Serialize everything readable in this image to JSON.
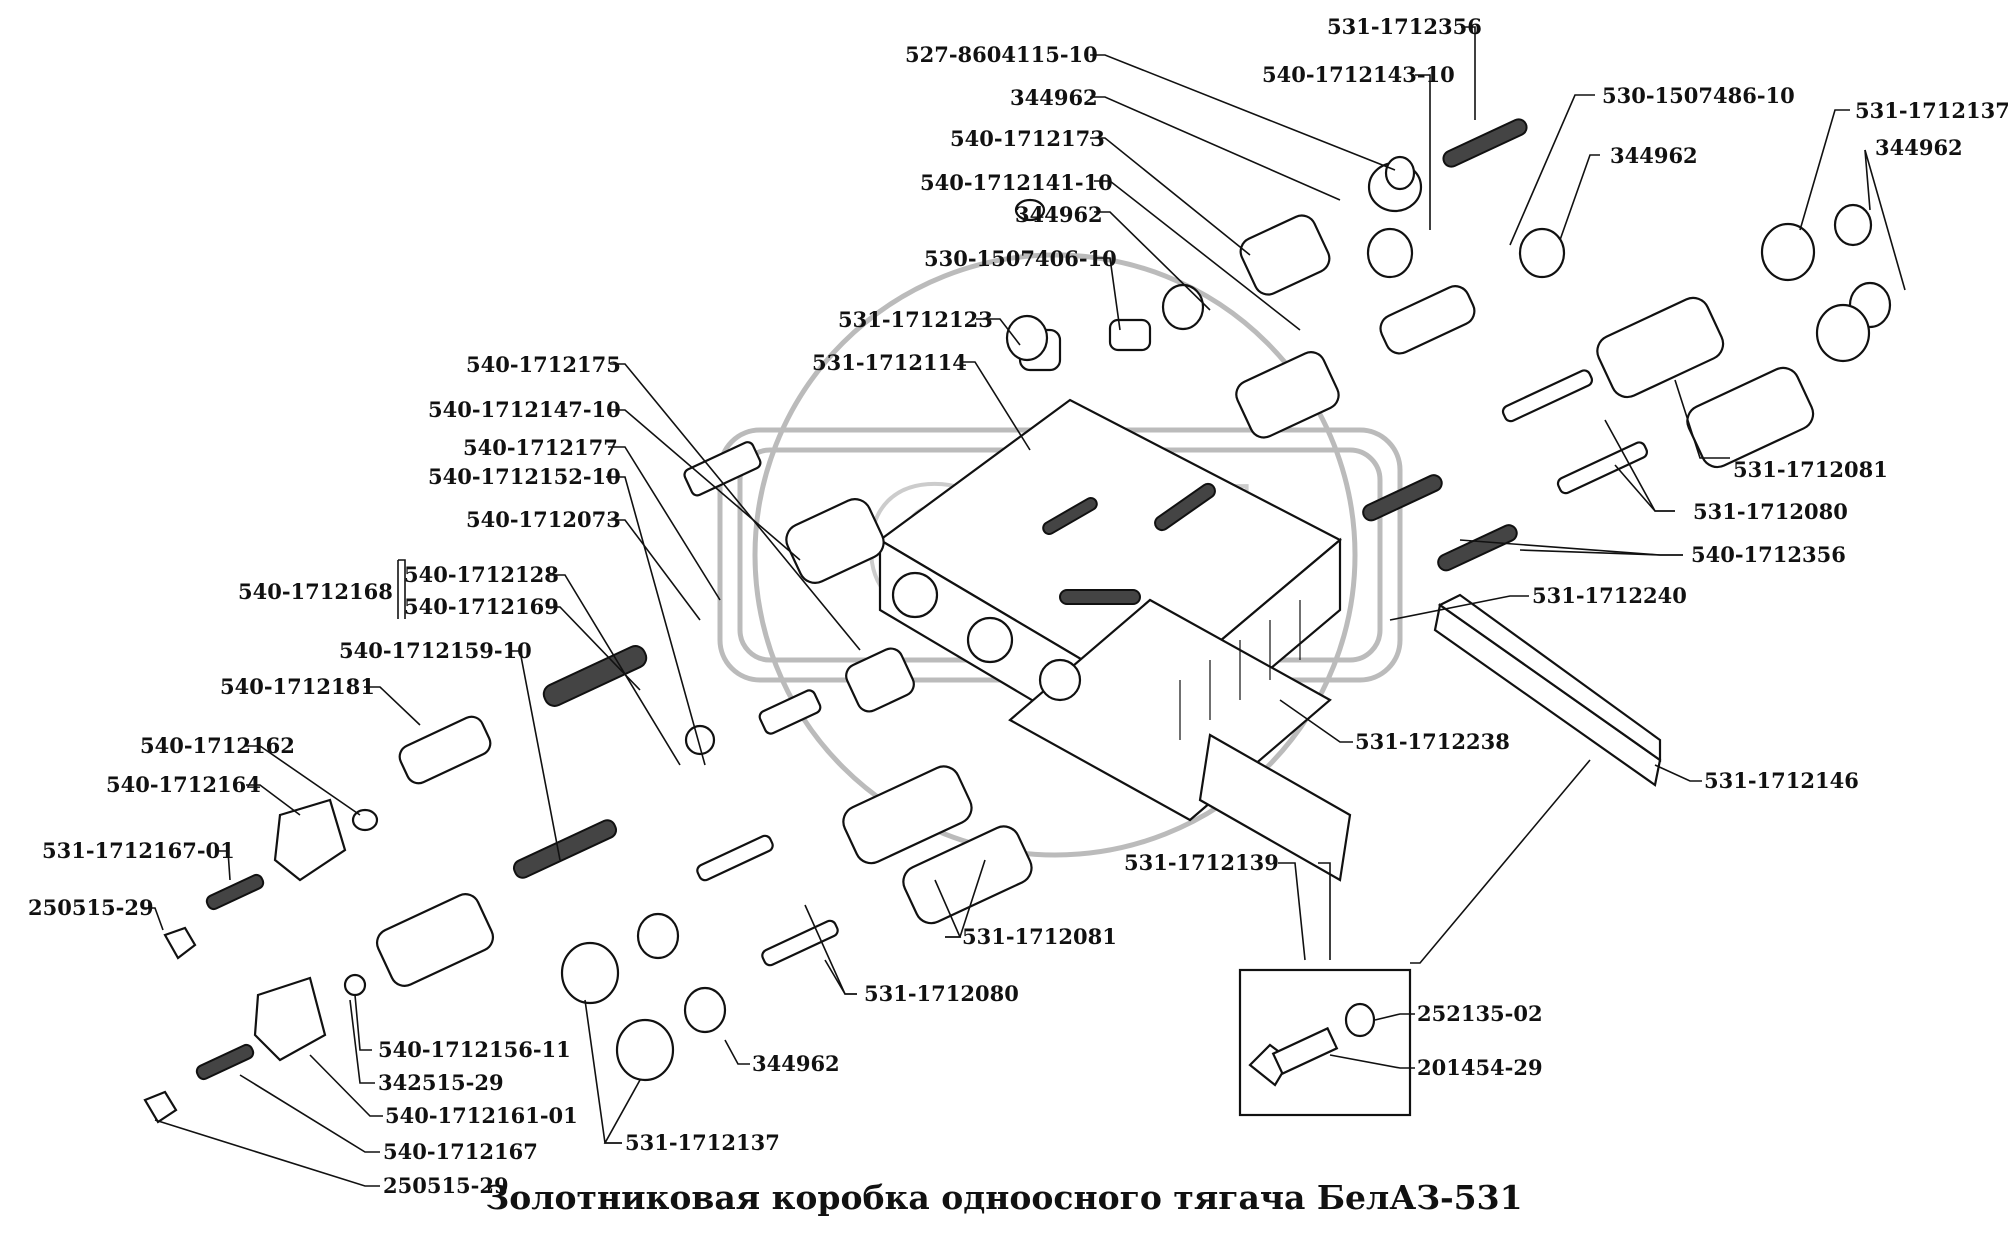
{
  "caption": "Золотниковая коробка одноосного тягача БелАЗ-531",
  "watermark": "OPT",
  "labels": {
    "l01": "531-1712356",
    "l02": "527-8604115-10",
    "l03": "540-1712143-10",
    "l04": "530-1507486-10",
    "l05": "531-1712137",
    "l06": "344962",
    "l07": "344962",
    "l08": "344962",
    "l09": "540-1712173",
    "l10": "540-1712141-10",
    "l11": "344962",
    "l12": "530-1507406-10",
    "l13": "531-1712123",
    "l14": "531-1712114",
    "l15": "540-1712175",
    "l16": "540-1712147-10",
    "l17": "540-1712177",
    "l18": "540-1712152-10",
    "l19": "540-1712073",
    "l20": "540-1712168",
    "l21": "540-1712128",
    "l22": "540-1712169",
    "l23": "540-1712159-10",
    "l24": "540-1712181",
    "l25": "540-1712162",
    "l26": "540-1712164",
    "l27": "531-1712167-01",
    "l28": "250515-29",
    "l29": "531-1712081",
    "l30": "531-1712080",
    "l31": "540-1712356",
    "l32": "531-1712240",
    "l33": "531-1712238",
    "l34": "531-1712146",
    "l35": "531-1712139",
    "l36": "531-1712081",
    "l37": "531-1712080",
    "l38": "252135-02",
    "l39": "201454-29",
    "l40": "344962",
    "l41": "540-1712156-11",
    "l42": "342515-29",
    "l43": "540-1712161-01",
    "l44": "540-1712167",
    "l45": "250515-29",
    "l46": "531-1712137"
  },
  "colors": {
    "ink": "#111111",
    "paper": "#ffffff",
    "watermark": "#bbbbbb"
  }
}
